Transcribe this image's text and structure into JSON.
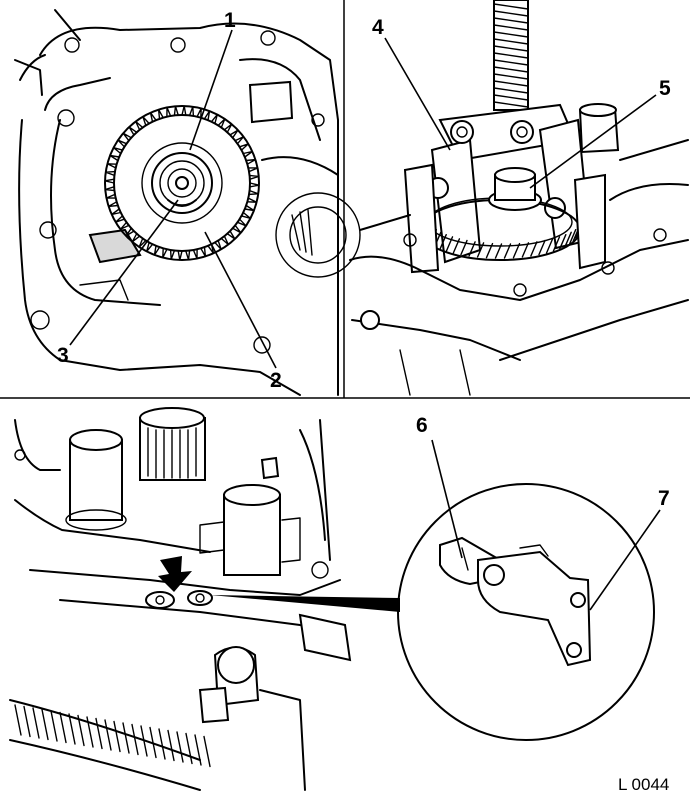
{
  "figure": {
    "reference_code": "L 0044",
    "callouts": [
      "1",
      "2",
      "3",
      "4",
      "5",
      "6",
      "7"
    ]
  },
  "panels": {
    "top_left": {
      "callouts": [
        "1",
        "2",
        "3"
      ]
    },
    "top_right": {
      "callouts": [
        "4",
        "5"
      ]
    },
    "bottom": {
      "callouts": [
        "6",
        "7"
      ]
    }
  }
}
